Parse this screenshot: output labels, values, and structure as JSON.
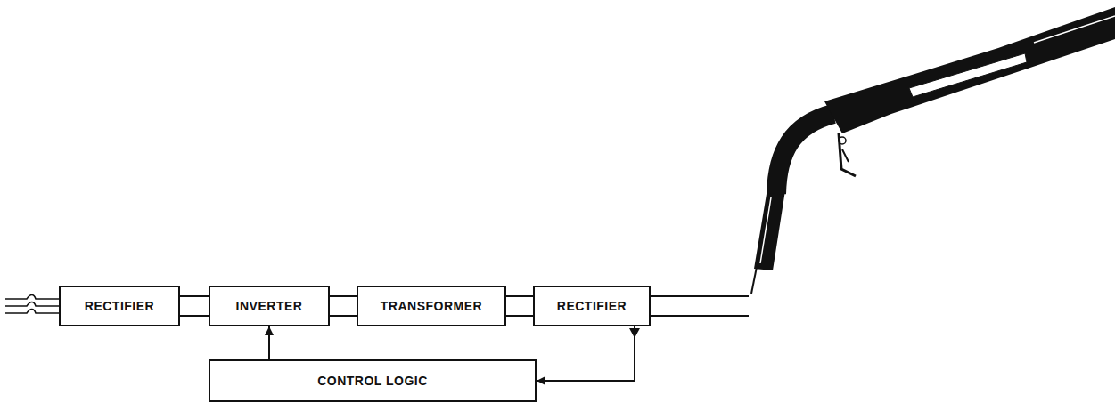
{
  "diagram": {
    "nodes": [
      {
        "text": [
          "RECTIFIER"
        ]
      },
      {
        "text": [
          "INVERTER"
        ]
      },
      {
        "text": [
          "TRANSFORMER"
        ]
      },
      {
        "text": [
          "RECTIFIER"
        ]
      },
      {
        "text": [
          "CONTROL LOGIC"
        ]
      }
    ],
    "edges": [
      {
        "from": 0,
        "to": 1,
        "arrow": "none"
      },
      {
        "from": 1,
        "to": 2,
        "arrow": "none"
      },
      {
        "from": 2,
        "to": 3,
        "arrow": "none"
      },
      {
        "from": 3,
        "to": 4,
        "arrow": "to"
      },
      {
        "from": 4,
        "to": 1,
        "arrow": "to"
      }
    ]
  }
}
